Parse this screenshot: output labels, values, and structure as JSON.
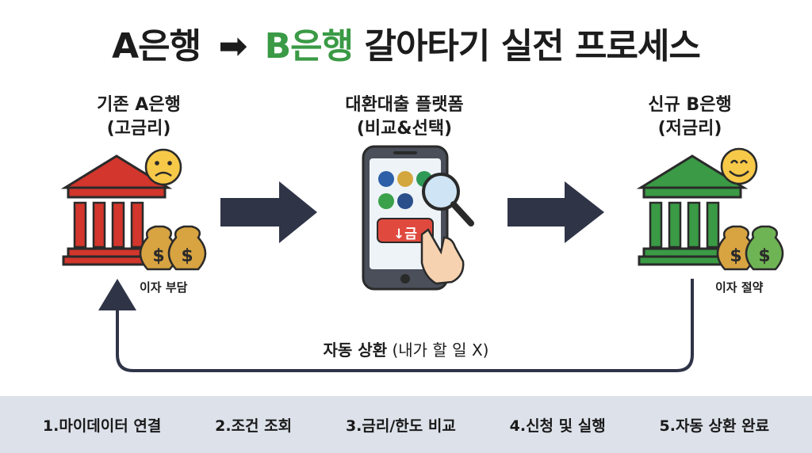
{
  "title": {
    "part_a": "A은행",
    "arrow": "➡",
    "part_b": "B은행",
    "part_rest": "갈아타기 실전 프로세스"
  },
  "nodes": {
    "old_bank": {
      "line1": "기존 A은행",
      "line2": "(고금리)",
      "caption": "이자 부담"
    },
    "platform": {
      "line1": "대환대출 플랫폼",
      "line2": "(비교&선택)",
      "button_label": "↓금"
    },
    "new_bank": {
      "line1": "신규 B은행",
      "line2": "(저금리)",
      "caption": "이자 절약"
    }
  },
  "loop": {
    "strong": "자동 상환",
    "rest": "(내가 할 일 X)"
  },
  "steps": [
    "1.마이데이터 연결",
    "2.조건 조회",
    "3.금리/한도 비교",
    "4.신청 및 실행",
    "5.자동 상환 완료"
  ],
  "colors": {
    "red_bank": "#d2362c",
    "green_bank": "#3a9a45",
    "arrow": "#2f3447",
    "title_green": "#3a9a45",
    "step_bar": "#dde2ea"
  }
}
